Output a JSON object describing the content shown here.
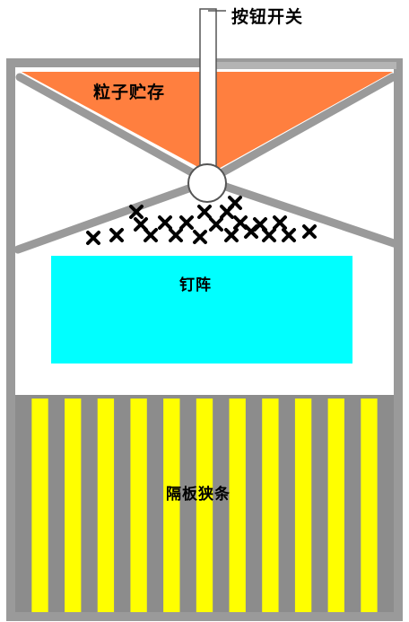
{
  "labels": {
    "button_switch": "按钮开关",
    "particle_storage": "粒子贮存",
    "nail_array": "钉阵",
    "partition_strips": "隔板狭条"
  },
  "colors": {
    "frame": "#9a9a9a",
    "storage_fill": "#ff7f3f",
    "nail_array_fill": "#00ffff",
    "partition_yellow": "#ffff00",
    "partition_gray": "#8c8c8c",
    "particles": "#000000"
  },
  "particles": {
    "glyph": "x",
    "count": 21
  },
  "partitions": {
    "strip_count": 23
  }
}
